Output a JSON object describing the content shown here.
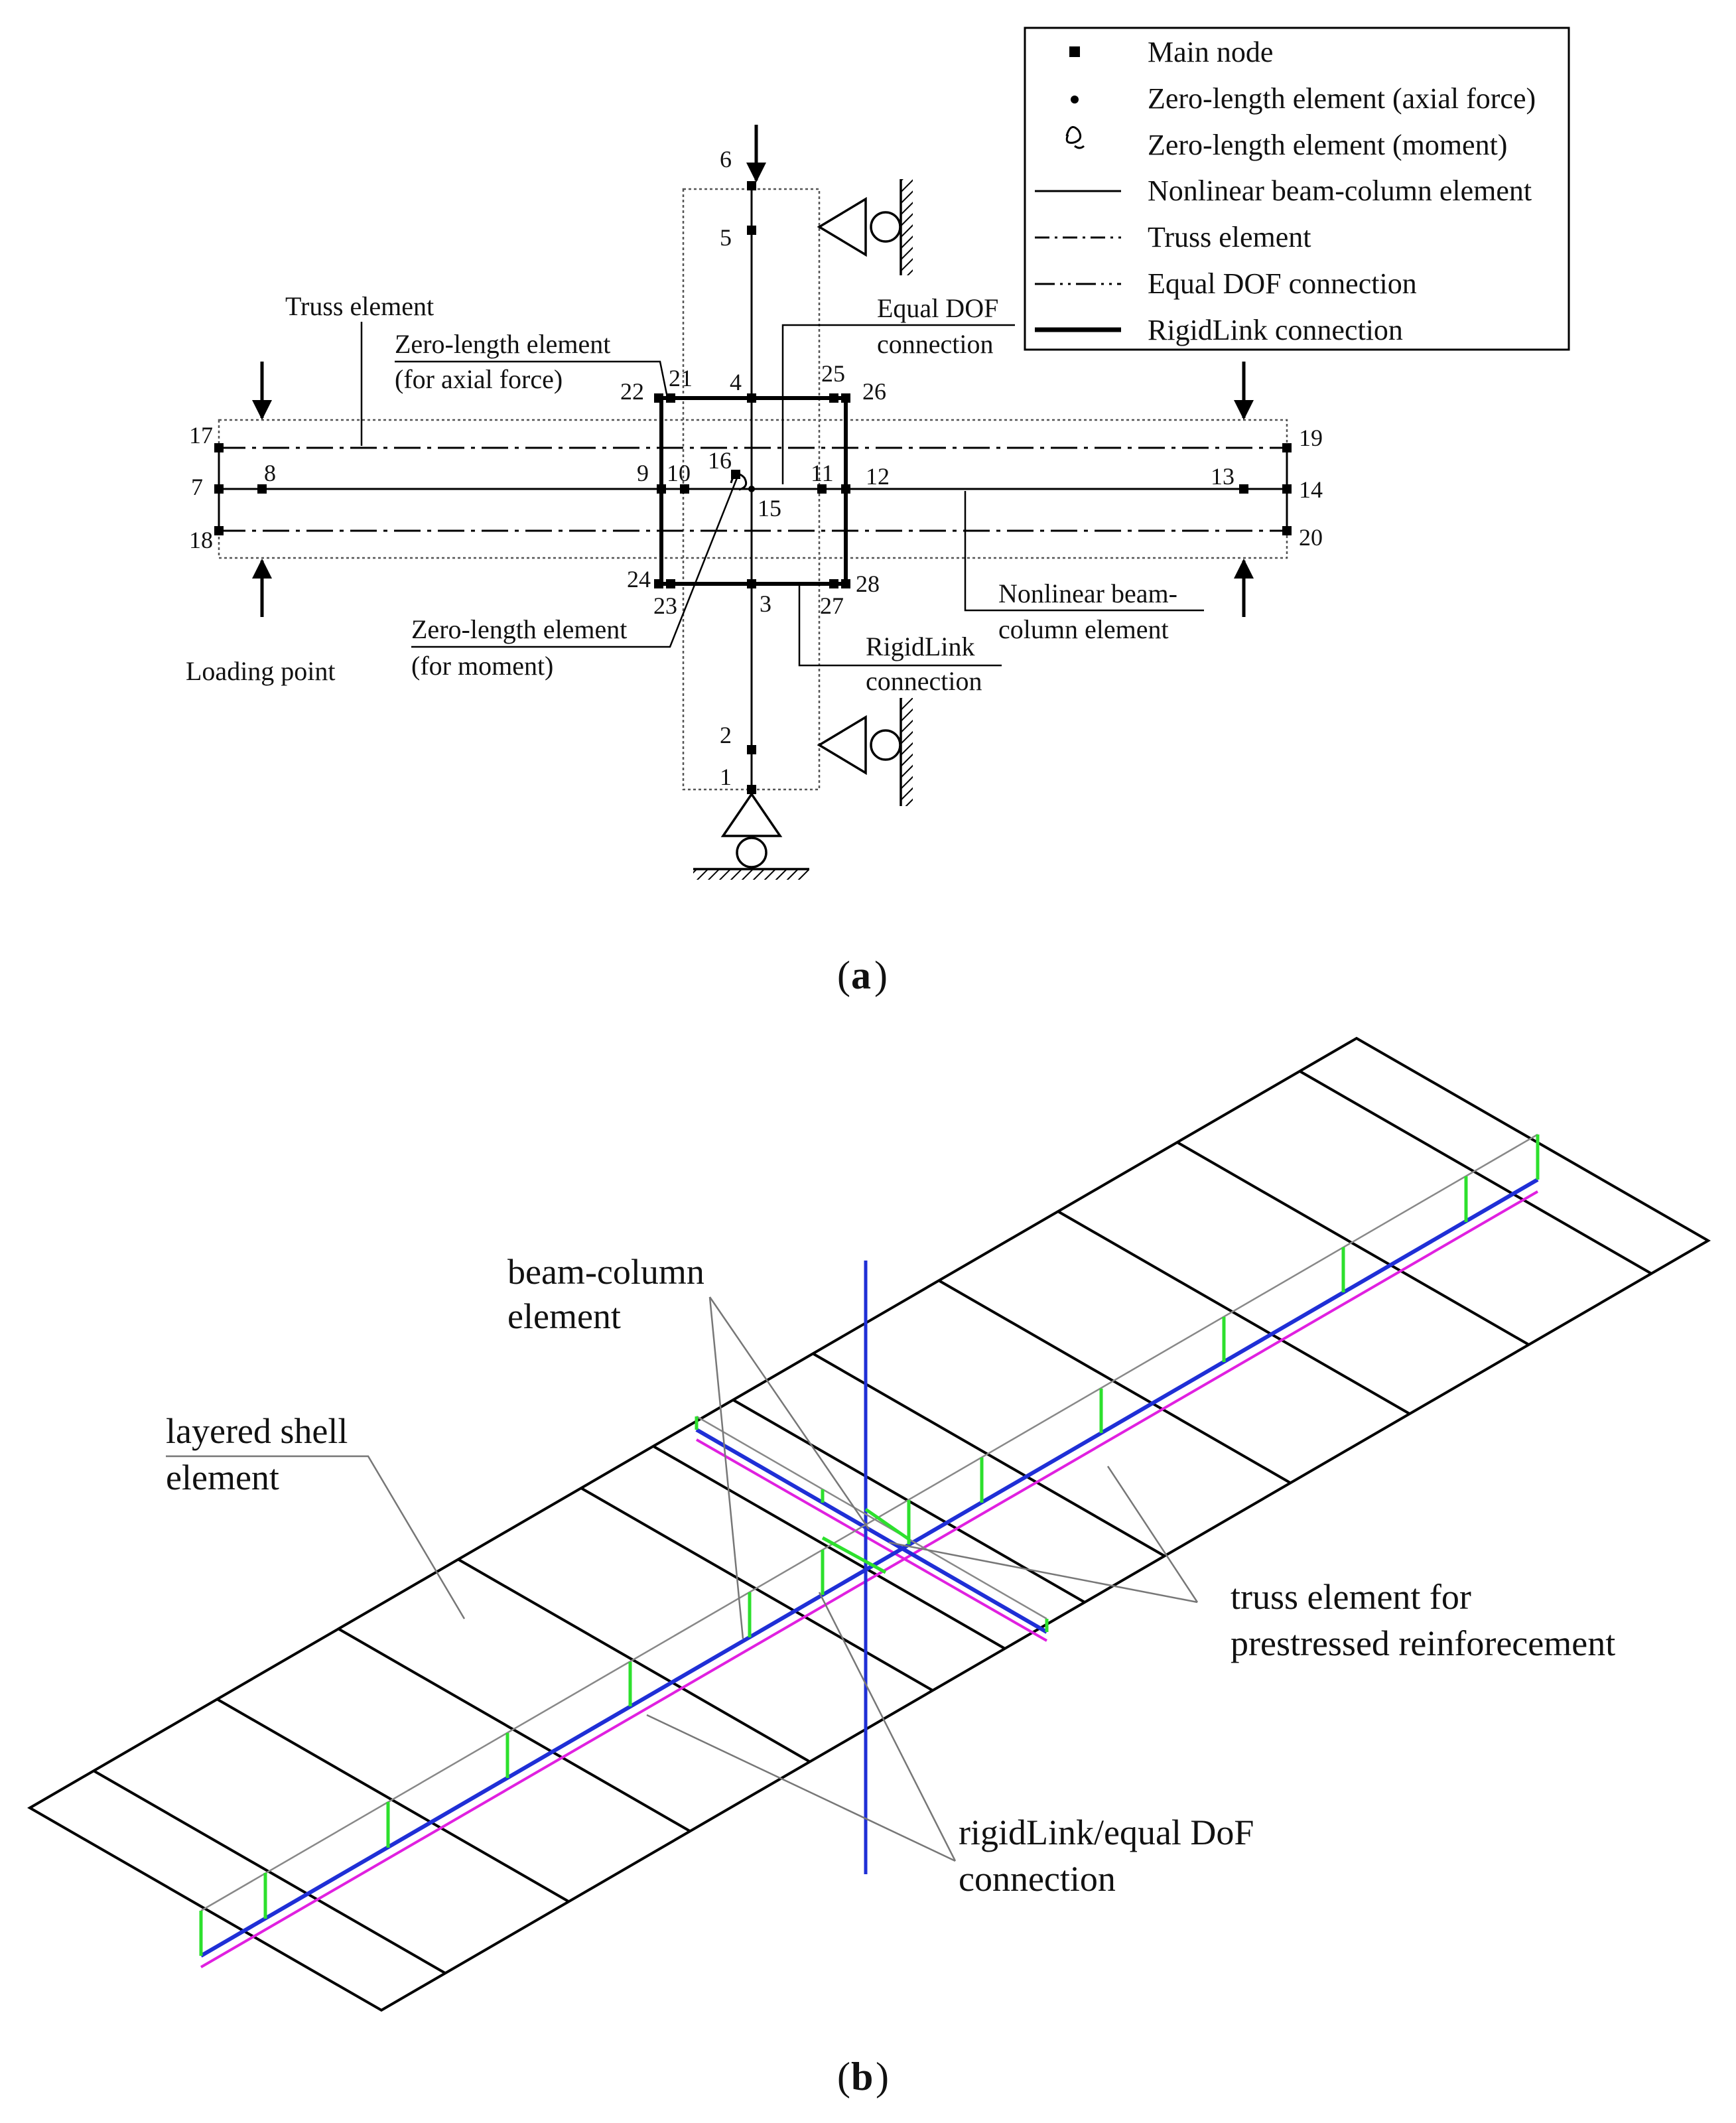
{
  "legend": {
    "items": [
      {
        "symbol": "main-node",
        "label": "Main node"
      },
      {
        "symbol": "zero-length-axial",
        "label": "Zero-length element (axial force)"
      },
      {
        "symbol": "zero-length-moment",
        "label": "Zero-length element (moment)"
      },
      {
        "symbol": "solid-line",
        "label": "Nonlinear beam-column element"
      },
      {
        "symbol": "dash-dot-line",
        "label": "Truss element"
      },
      {
        "symbol": "dash-dot-dot-line",
        "label": "Equal DOF connection"
      },
      {
        "symbol": "bold-line",
        "label": "RigidLink connection"
      }
    ]
  },
  "panel_a": {
    "caption_open": "(",
    "caption_letter": "a",
    "caption_close": ")",
    "nodes": [
      "1",
      "2",
      "3",
      "4",
      "5",
      "6",
      "7",
      "8",
      "9",
      "10",
      "11",
      "12",
      "13",
      "14",
      "15",
      "16",
      "17",
      "18",
      "19",
      "20",
      "21",
      "22",
      "23",
      "24",
      "25",
      "26",
      "27",
      "28"
    ],
    "annotations": {
      "truss_element": "Truss element",
      "zero_length_axial_1": "Zero-length element",
      "zero_length_axial_2": "(for axial force)",
      "equal_dof_1": "Equal DOF",
      "equal_dof_2": "connection",
      "zero_length_moment_1": "Zero-length element",
      "zero_length_moment_2": "(for moment)",
      "loading_point": "Loading point",
      "rigidlink_1": "RigidLink",
      "rigidlink_2": "connection",
      "nonlinear_1": "Nonlinear beam-",
      "nonlinear_2": "column element"
    }
  },
  "panel_b": {
    "caption_open": "(",
    "caption_letter": "b",
    "caption_close": ")",
    "labels": {
      "beam_column_1": "beam-column",
      "beam_column_2": "element",
      "layered_shell_1": "layered shell",
      "layered_shell_2": "element",
      "truss_prestress_1": "truss element for",
      "truss_prestress_2": "prestressed reinforecement",
      "rigidlink_equal_1": "rigidLink/equal DoF",
      "rigidlink_equal_2": "connection"
    },
    "colors": {
      "beam_column": "#1f2fd6",
      "truss": "#e020e0",
      "rigid_link": "#2de02d",
      "shell": "#000000",
      "leader": "#777777"
    }
  }
}
